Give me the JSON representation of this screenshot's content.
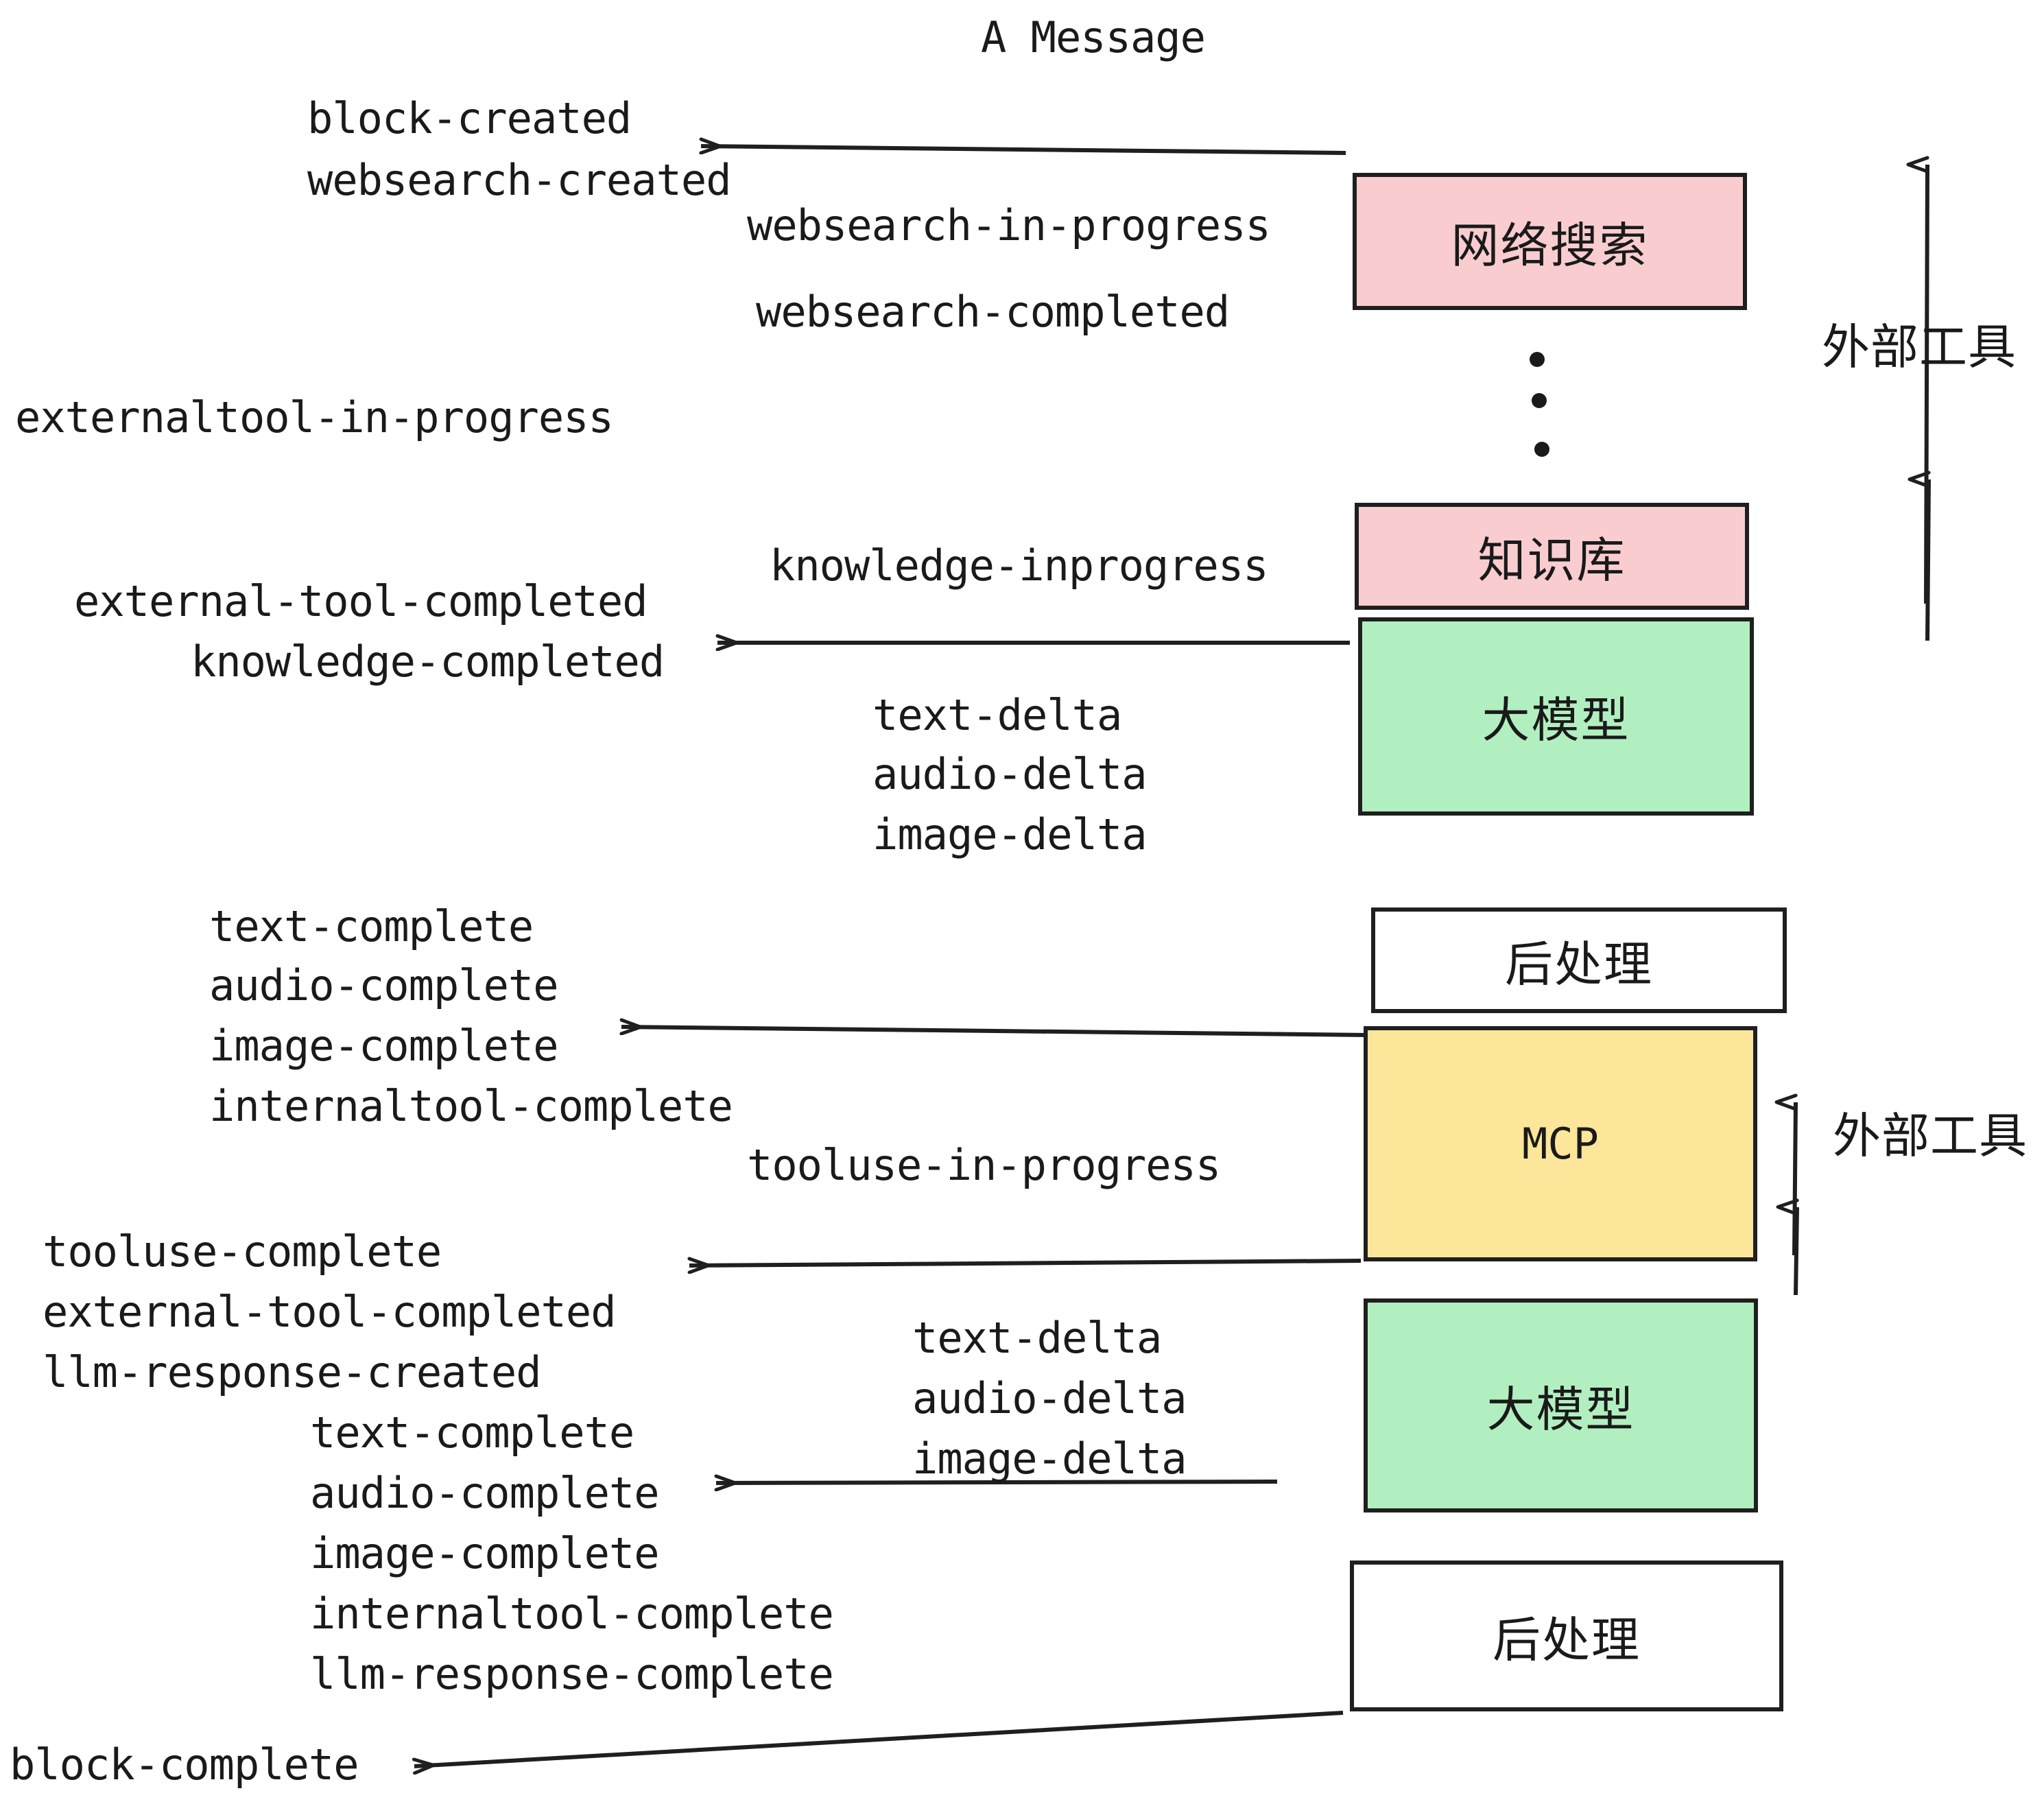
{
  "title": "A Message",
  "colors": {
    "pink": "#f9cdd0",
    "green": "#b2efc0",
    "yellow": "#fbe69a",
    "white": "#ffffff",
    "stroke": "#1f1f1f",
    "text": "#1a1a1a",
    "background": "#ffffff"
  },
  "nodes": [
    {
      "id": "websearch",
      "label": "网络搜索",
      "fill": "pink"
    },
    {
      "id": "knowledge",
      "label": "知识库",
      "fill": "pink"
    },
    {
      "id": "llm-1",
      "label": "大模型",
      "fill": "green"
    },
    {
      "id": "postprocess-1",
      "label": "后处理",
      "fill": "white"
    },
    {
      "id": "mcp",
      "label": "MCP",
      "fill": "yellow"
    },
    {
      "id": "llm-2",
      "label": "大模型",
      "fill": "green"
    },
    {
      "id": "postprocess-2",
      "label": "后处理",
      "fill": "white"
    }
  ],
  "side_labels": [
    {
      "id": "external-tool-top",
      "label": "外部工具"
    },
    {
      "id": "external-tool-bottom",
      "label": "外部工具"
    }
  ],
  "events": {
    "group_a": [
      "block-created",
      "websearch-created"
    ],
    "group_b": [
      "websearch-in-progress",
      "websearch-completed"
    ],
    "group_c": [
      "externaltool-in-progress"
    ],
    "group_d": [
      "knowledge-inprogress"
    ],
    "group_e": [
      "external-tool-completed",
      "knowledge-completed"
    ],
    "group_f": [
      "text-delta",
      "audio-delta",
      "image-delta"
    ],
    "group_g": [
      "text-complete",
      "audio-complete",
      "image-complete",
      "internaltool-complete"
    ],
    "group_h": [
      "tooluse-in-progress"
    ],
    "group_i": [
      "tooluse-complete",
      "external-tool-completed",
      "llm-response-created"
    ],
    "group_j": [
      "text-delta",
      "audio-delta",
      "image-delta"
    ],
    "group_k": [
      "text-complete",
      "audio-complete",
      "image-complete",
      "internaltool-complete",
      "llm-response-complete"
    ],
    "group_l": [
      "block-complete"
    ]
  }
}
